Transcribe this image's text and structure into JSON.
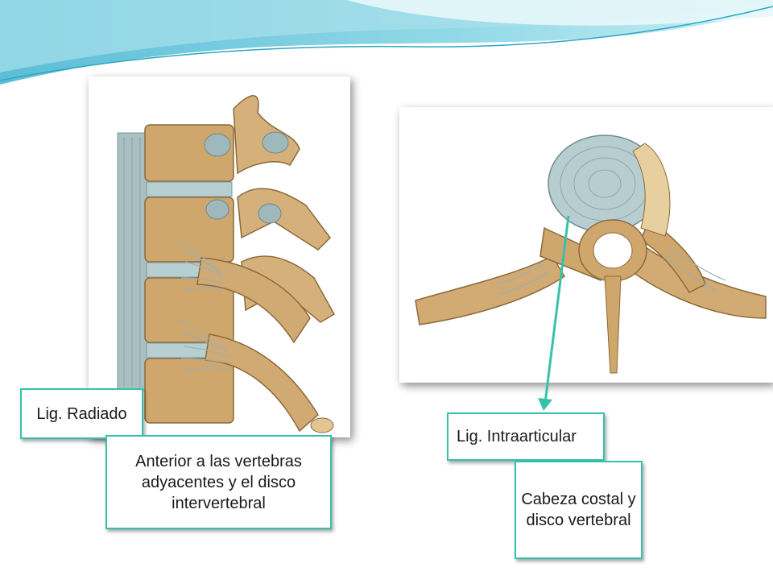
{
  "labels": {
    "radiado": "Lig. Radiado",
    "anterior": "Anterior a las vertebras adyacentes y el disco intervertebral",
    "intra": "Lig. Intraarticular",
    "cabeza": "Cabeza costal y disco vertebral"
  },
  "colors": {
    "accent": "#35c2ac",
    "bone": "#c9a36b",
    "ligament": "#9ab4b8",
    "wave": "#5fc4d8"
  }
}
